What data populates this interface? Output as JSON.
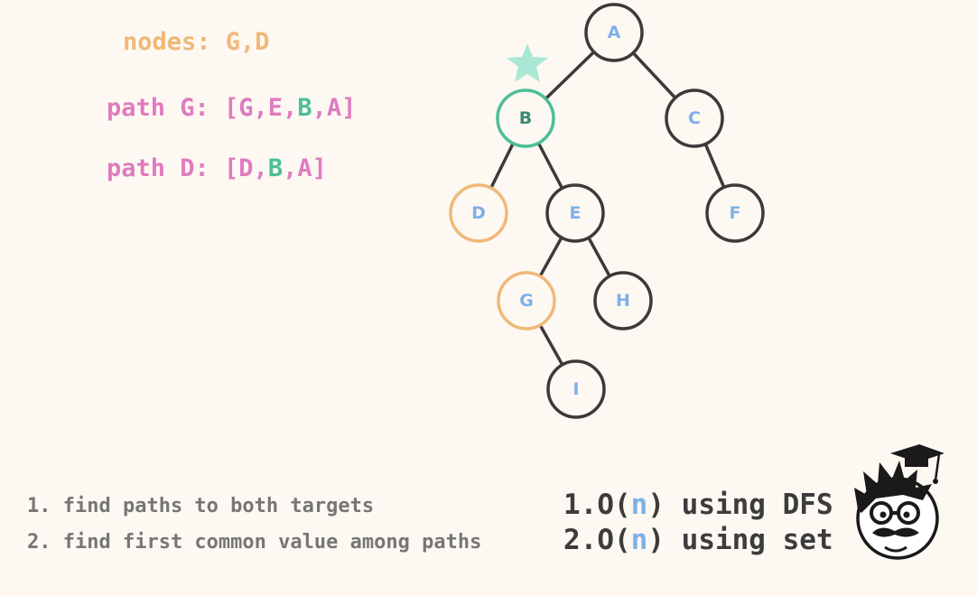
{
  "nodes_line": {
    "prefix": "nodes: ",
    "targets": "G,D"
  },
  "path_g": {
    "prefix": "path G: [G,E,",
    "common": "B",
    "suffix": ",A]"
  },
  "path_d": {
    "prefix": "path D: [D,",
    "common": "B",
    "suffix": ",A]"
  },
  "steps": [
    "1. find paths to both targets",
    "2. find first common value among paths"
  ],
  "complexities": [
    {
      "prefix": "1.O(",
      "var": "n",
      "suffix": ") using DFS"
    },
    {
      "prefix": "2.O(",
      "var": "n",
      "suffix": ") using set"
    }
  ],
  "tree": {
    "nodes": [
      {
        "id": "A",
        "label": "A",
        "state": "normal"
      },
      {
        "id": "B",
        "label": "B",
        "state": "common-ancestor"
      },
      {
        "id": "C",
        "label": "C",
        "state": "normal"
      },
      {
        "id": "D",
        "label": "D",
        "state": "target"
      },
      {
        "id": "E",
        "label": "E",
        "state": "normal"
      },
      {
        "id": "F",
        "label": "F",
        "state": "normal"
      },
      {
        "id": "G",
        "label": "G",
        "state": "target"
      },
      {
        "id": "H",
        "label": "H",
        "state": "normal"
      },
      {
        "id": "I",
        "label": "I",
        "state": "normal"
      }
    ],
    "edges": [
      [
        "A",
        "B"
      ],
      [
        "A",
        "C"
      ],
      [
        "B",
        "D"
      ],
      [
        "B",
        "E"
      ],
      [
        "C",
        "F"
      ],
      [
        "E",
        "G"
      ],
      [
        "E",
        "H"
      ],
      [
        "G",
        "I"
      ]
    ]
  },
  "colors": {
    "background": "#fdf8f2",
    "node_stroke": "#3a3a3a",
    "node_label": "#7eb0e8",
    "target": "#f0b878",
    "path_text": "#e07bbf",
    "common_ancestor": "#4cbf96",
    "star": "#a8e8d4"
  },
  "icons": {
    "star": "star-icon",
    "avatar": "professor-avatar-icon"
  }
}
